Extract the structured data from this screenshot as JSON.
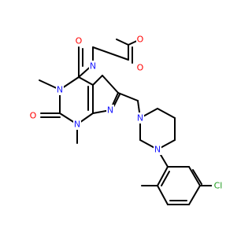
{
  "colors": {
    "bond": "#000000",
    "nitrogen": "#1a1aff",
    "oxygen": "#ff0000",
    "chlorine": "#1e9b1e"
  },
  "atoms": [
    {
      "id": "o_ester_carbonyl",
      "label": "O",
      "element": "oxygen"
    },
    {
      "id": "o_ester_ether",
      "label": "O",
      "element": "oxygen"
    },
    {
      "id": "o_c6",
      "label": "O",
      "element": "oxygen"
    },
    {
      "id": "o_c2",
      "label": "O",
      "element": "oxygen"
    },
    {
      "id": "n1",
      "label": "N",
      "element": "nitrogen"
    },
    {
      "id": "n3",
      "label": "N",
      "element": "nitrogen"
    },
    {
      "id": "n7",
      "label": "N",
      "element": "nitrogen"
    },
    {
      "id": "n9",
      "label": "N",
      "element": "nitrogen"
    },
    {
      "id": "n_pip_top",
      "label": "N",
      "element": "nitrogen"
    },
    {
      "id": "n_pip_bottom",
      "label": "N",
      "element": "nitrogen"
    },
    {
      "id": "cl",
      "label": "Cl",
      "element": "chlorine"
    }
  ]
}
